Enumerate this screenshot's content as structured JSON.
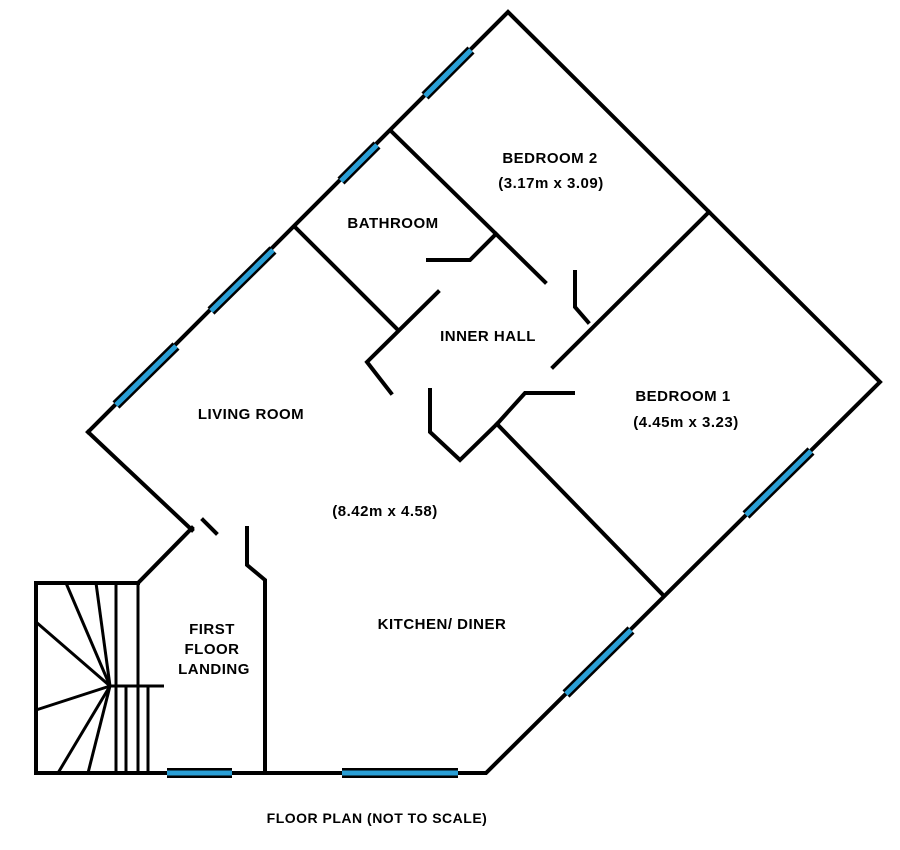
{
  "rooms": {
    "bedroom2": {
      "name": "BEDROOM 2",
      "dims": "(3.17m x 3.09)"
    },
    "bathroom": {
      "name": "BATHROOM"
    },
    "inner_hall": {
      "name": "INNER HALL"
    },
    "bedroom1": {
      "name": "BEDROOM 1",
      "dims": "(4.45m x 3.23)"
    },
    "living_room": {
      "name": "LIVING ROOM"
    },
    "living_dims": "(8.42m x 4.58)",
    "kitchen": {
      "name": "KITCHEN/ DINER"
    },
    "landing": {
      "line1": "FIRST",
      "line2": "FLOOR",
      "line3": "LANDING"
    }
  },
  "caption": "FLOOR PLAN (NOT TO SCALE)",
  "colors": {
    "walls": "#000000",
    "windows": "#2a9fd6",
    "background": "#ffffff"
  }
}
